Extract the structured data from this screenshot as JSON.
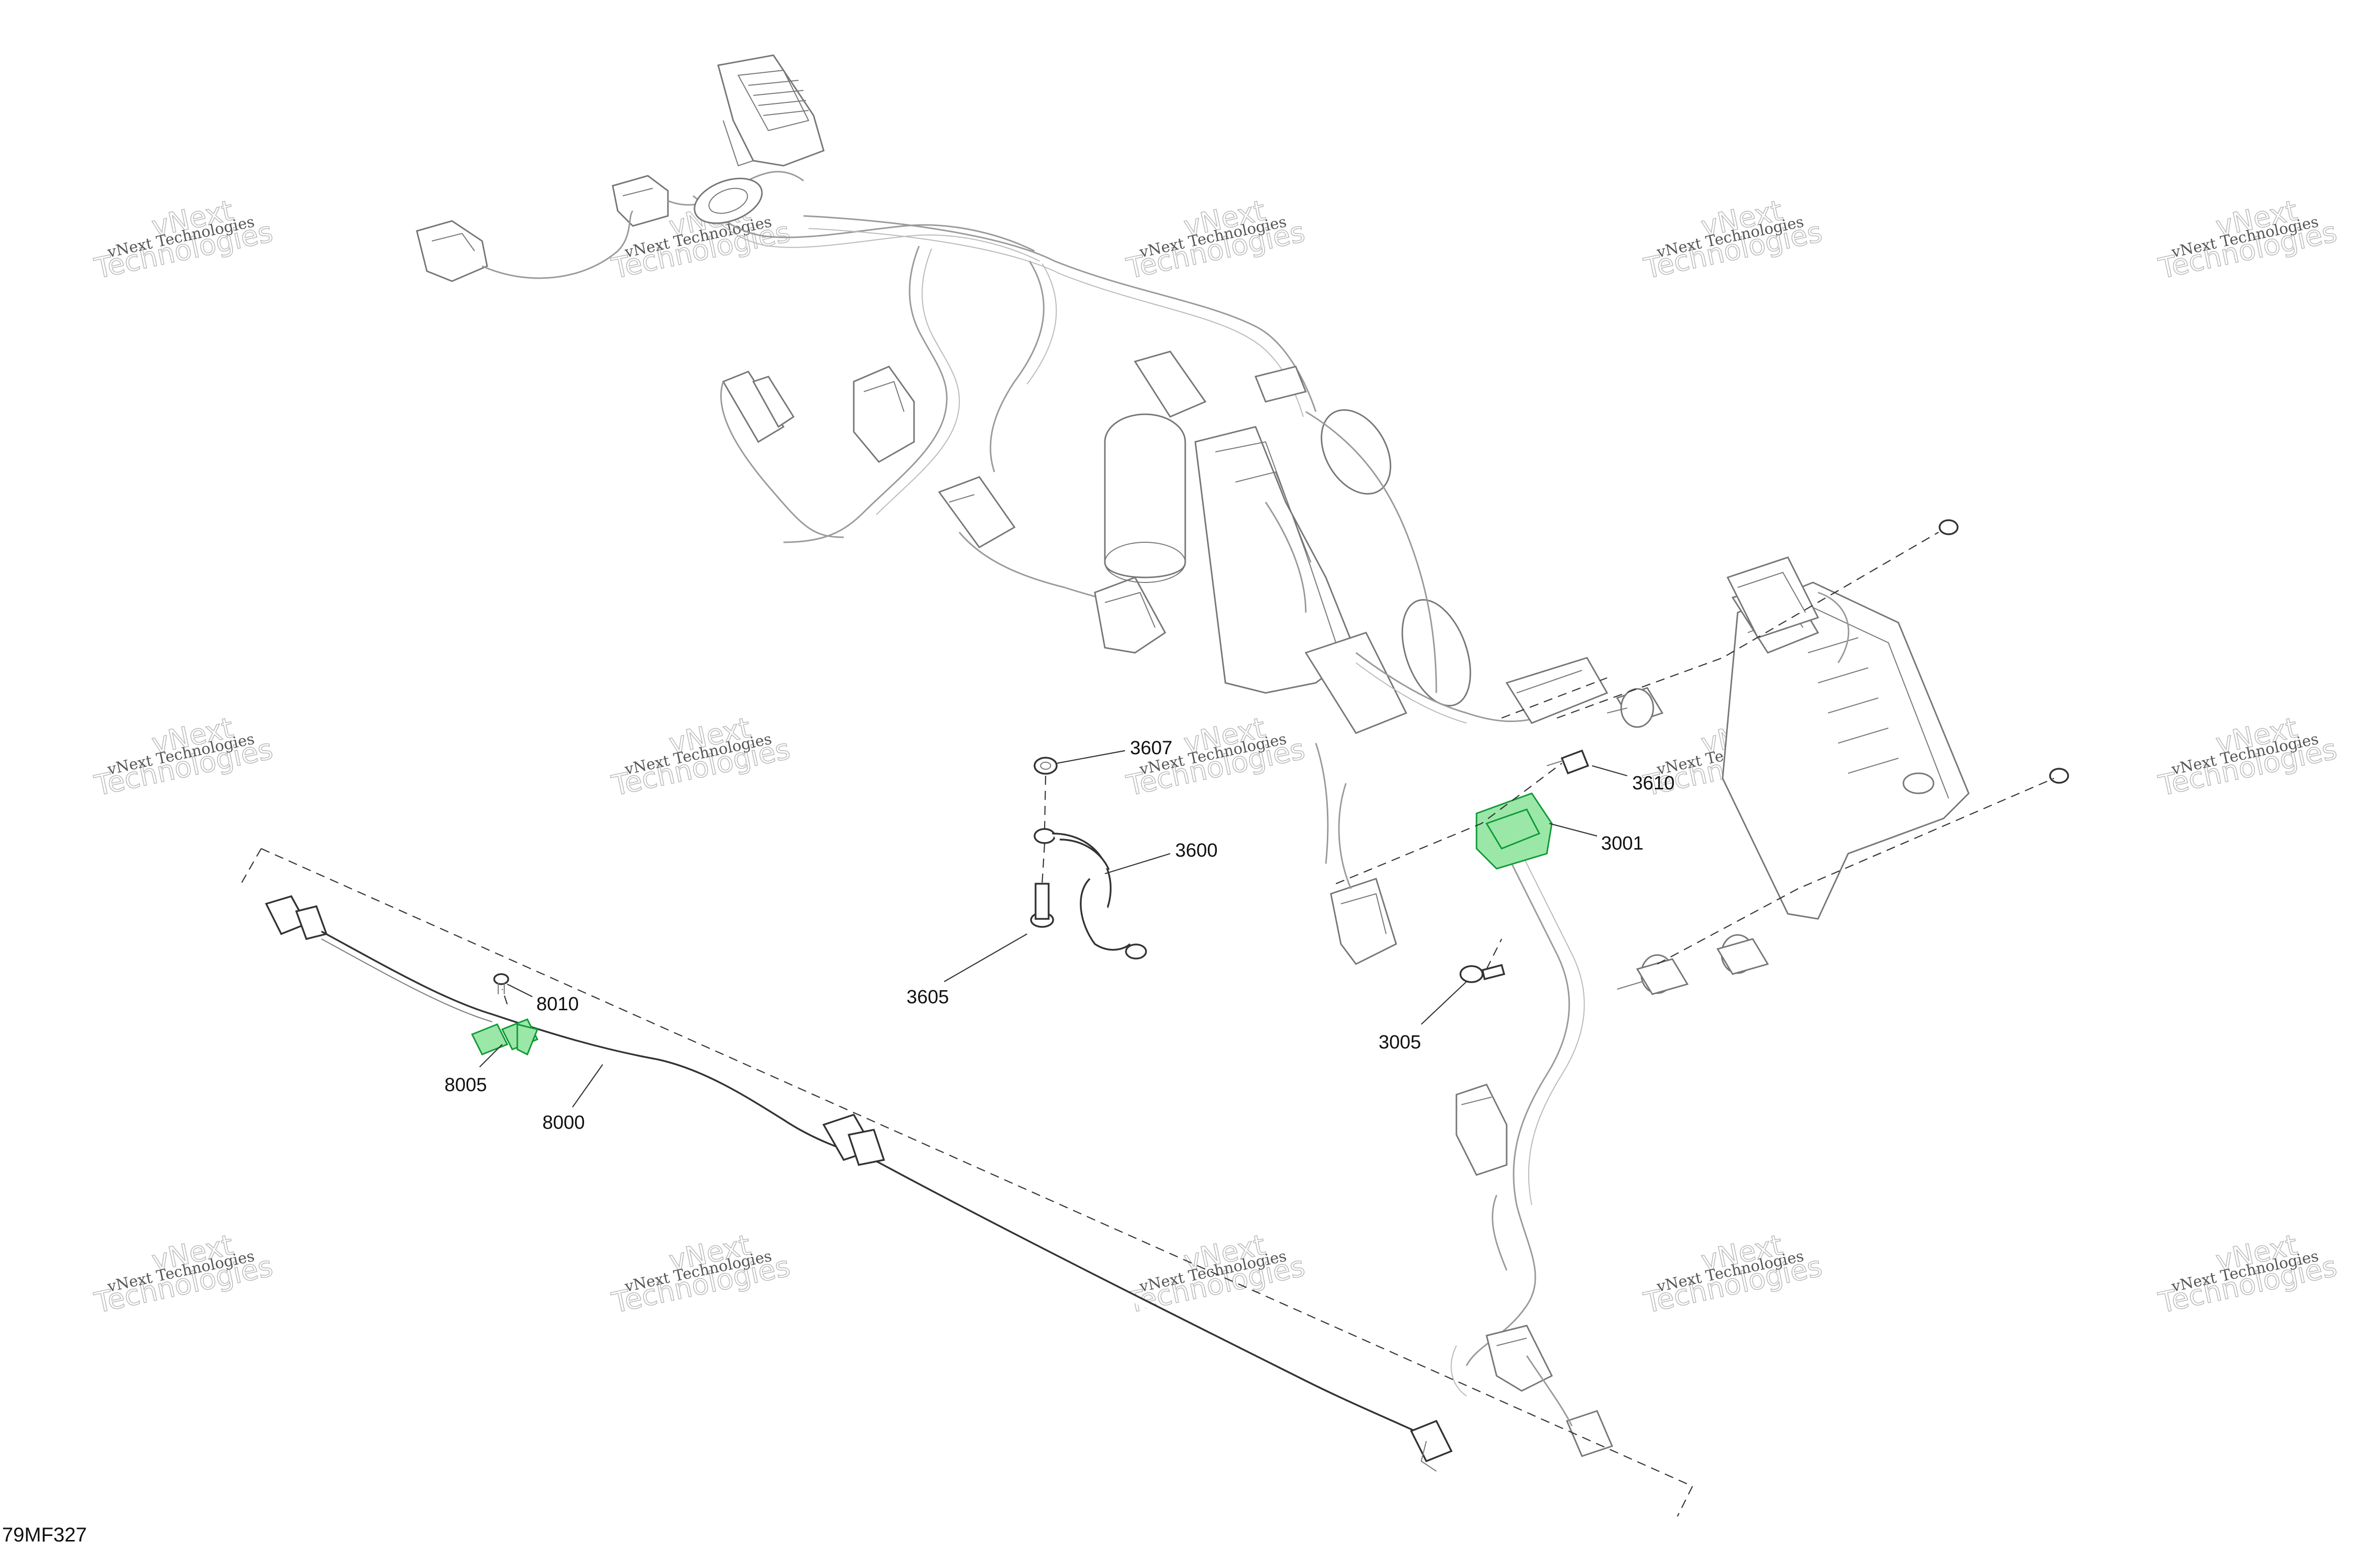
{
  "figure_id": "79MF327",
  "watermark": {
    "line1": "vNext Technologies",
    "line2": "vNext\nTechnologies"
  },
  "callouts": {
    "c3607": "3607",
    "c3600": "3600",
    "c3605": "3605",
    "c3610": "3610",
    "c3001": "3001",
    "c3005": "3005",
    "c8010": "8010",
    "c8005": "8005",
    "c8000": "8000"
  },
  "highlight_color": "#2fb24f"
}
